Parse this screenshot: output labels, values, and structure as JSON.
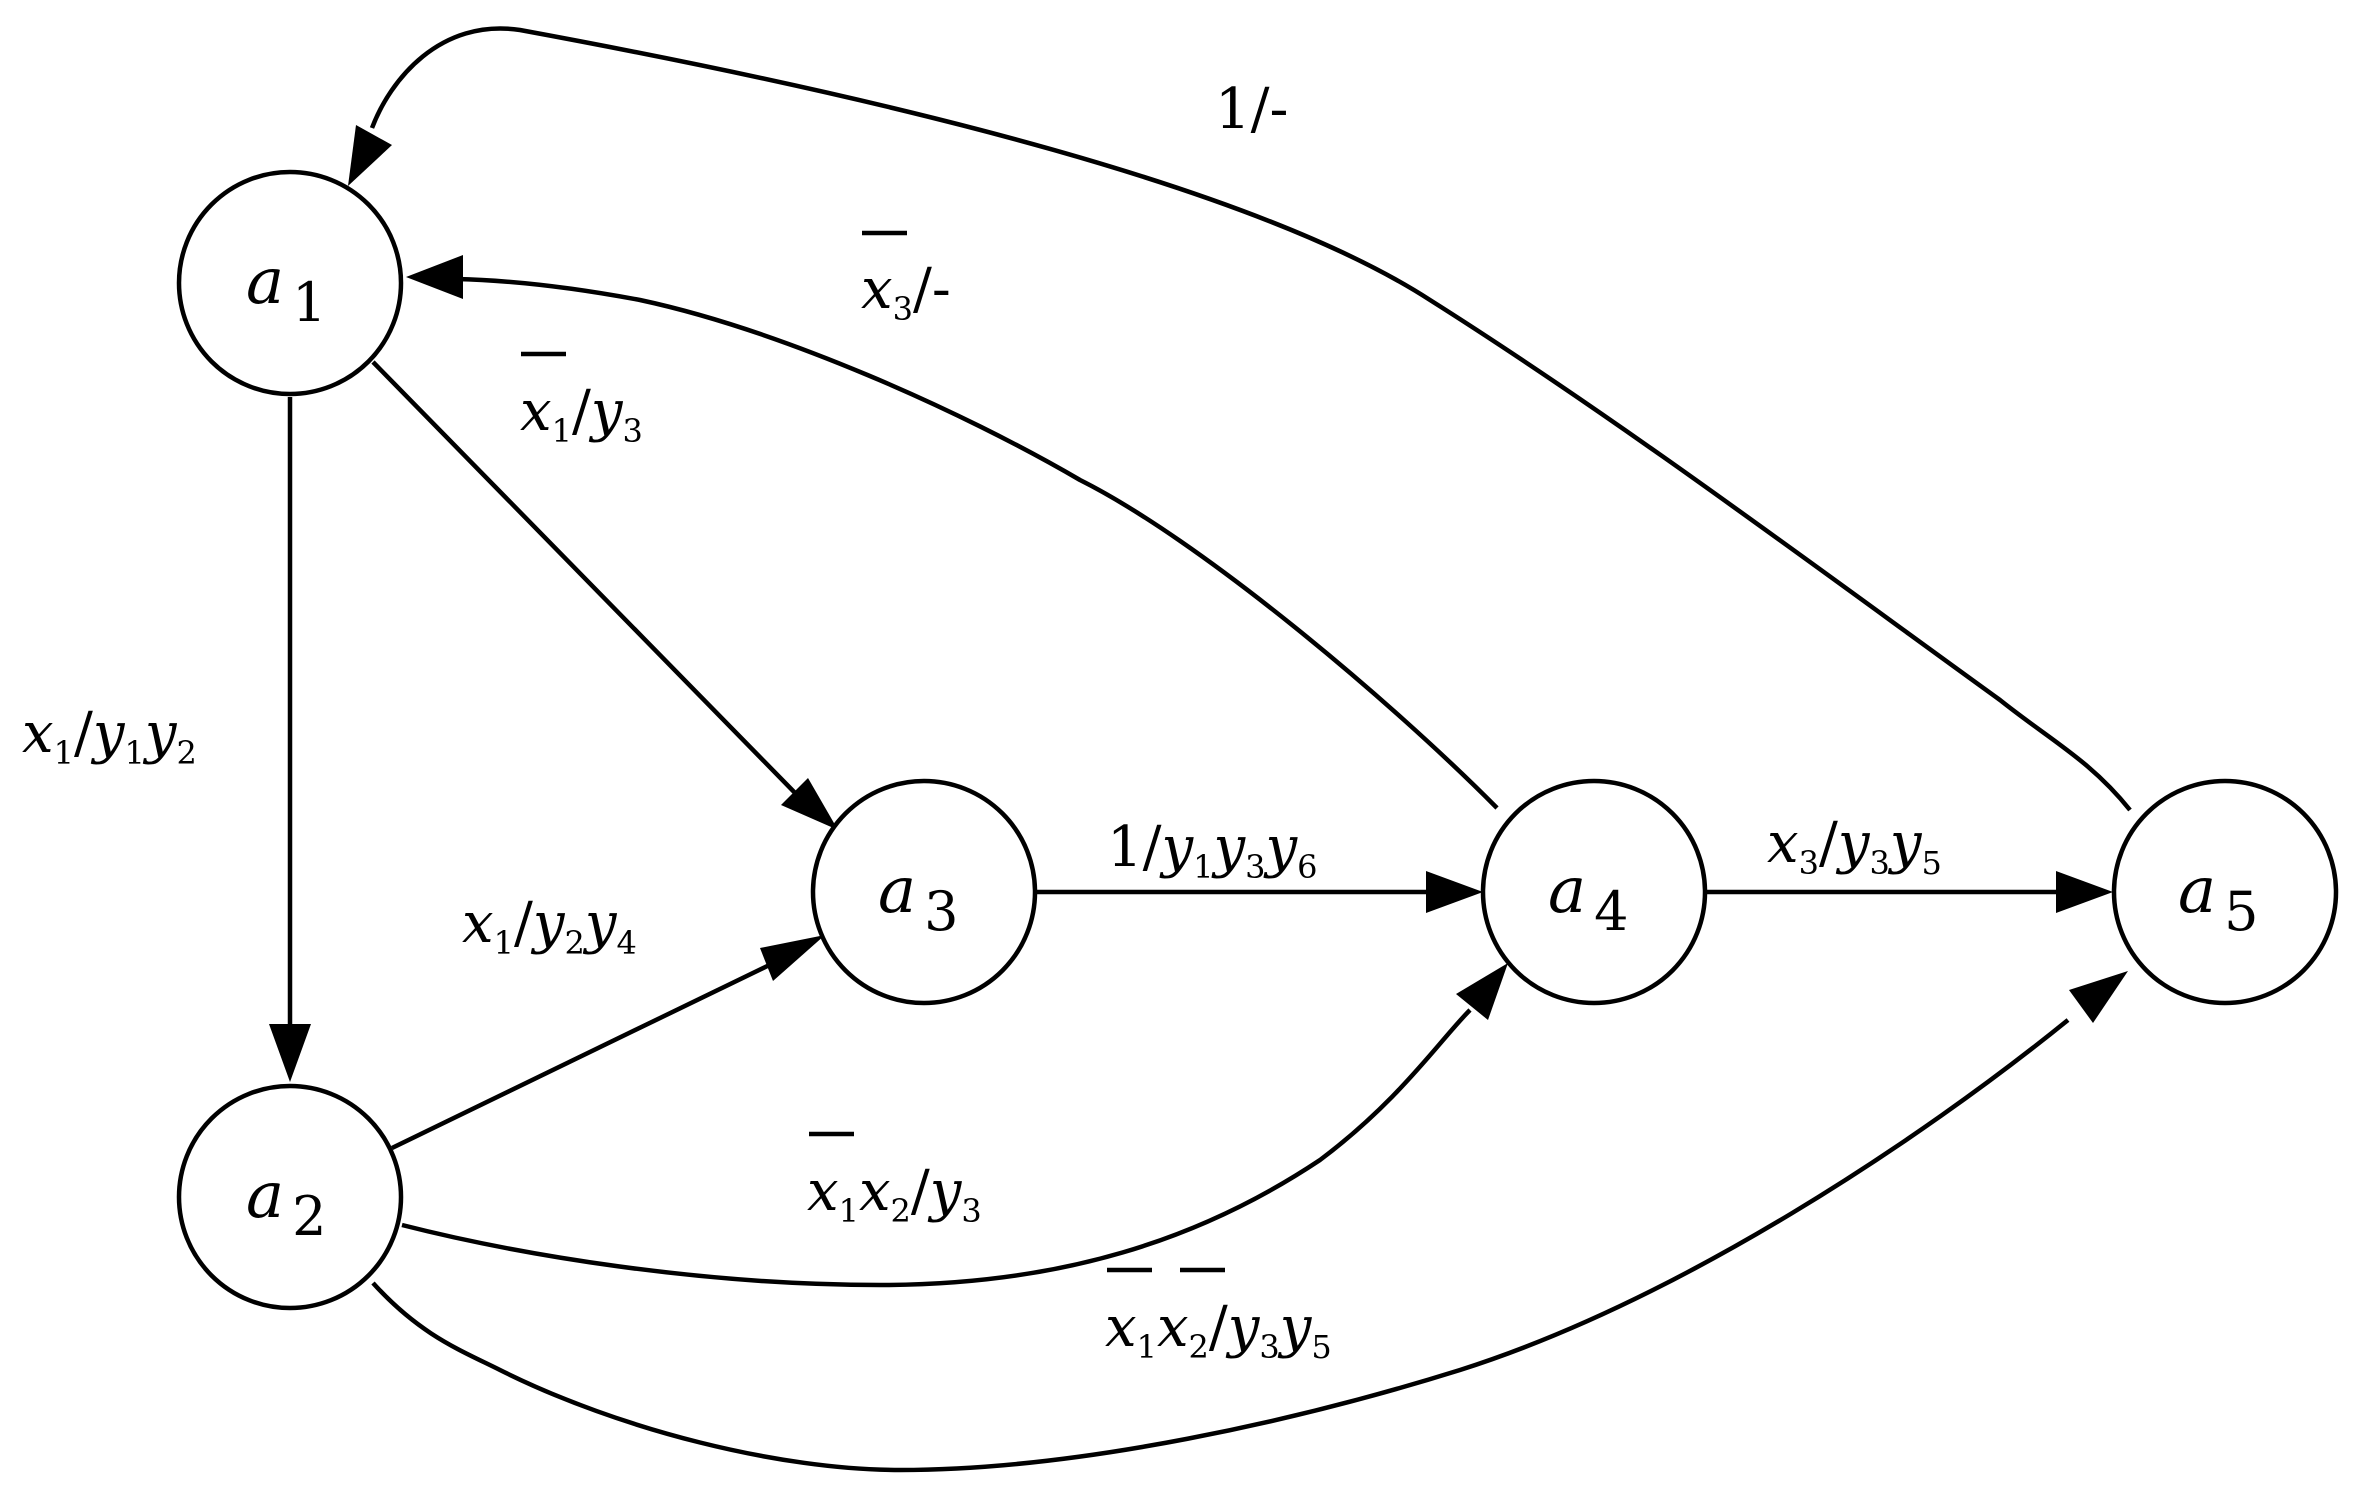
{
  "nodes": [
    {
      "id": "a1",
      "letter": "a",
      "index": "1"
    },
    {
      "id": "a2",
      "letter": "a",
      "index": "2"
    },
    {
      "id": "a3",
      "letter": "a",
      "index": "3"
    },
    {
      "id": "a4",
      "letter": "a",
      "index": "4"
    },
    {
      "id": "a5",
      "letter": "a",
      "index": "5"
    }
  ],
  "edges": [
    {
      "from": "a1",
      "to": "a2",
      "label": "x1/y1y2"
    },
    {
      "from": "a1",
      "to": "a3",
      "label": "x̄1/y3"
    },
    {
      "from": "a2",
      "to": "a3",
      "label": "x1/y2y4"
    },
    {
      "from": "a3",
      "to": "a4",
      "label": "1/y1y3y6"
    },
    {
      "from": "a4",
      "to": "a5",
      "label": "x3/y3y5"
    },
    {
      "from": "a4",
      "to": "a1",
      "label": "x̄3/-"
    },
    {
      "from": "a5",
      "to": "a1",
      "label": "1/-"
    },
    {
      "from": "a2",
      "to": "a4",
      "label": "x̄1x2/y3"
    },
    {
      "from": "a2",
      "to": "a5",
      "label": "x̄1x̄2/y3y5"
    }
  ],
  "labels": {
    "e12": {
      "v1": "x",
      "s1": "1",
      "slash": "/",
      "v2": "y",
      "s2": "1",
      "v3": "y",
      "s3": "2"
    },
    "e13": {
      "v1": "x",
      "s1": "1",
      "slash": "/",
      "v2": "y",
      "s2": "3"
    },
    "e23": {
      "v1": "x",
      "s1": "1",
      "slash": "/",
      "v2": "y",
      "s2": "2",
      "v3": "y",
      "s3": "4"
    },
    "e34": {
      "one": "1",
      "slash": "/",
      "v1": "y",
      "s1": "1",
      "v2": "y",
      "s2": "3",
      "v3": "y",
      "s3": "6"
    },
    "e45": {
      "v1": "x",
      "s1": "3",
      "slash": "/",
      "v2": "y",
      "s2": "3",
      "v3": "y",
      "s3": "5"
    },
    "e41": {
      "v1": "x",
      "s1": "3",
      "rest": "/-"
    },
    "e51": {
      "text": "1/-"
    },
    "e24": {
      "v1": "x",
      "s1": "1",
      "v2": "x",
      "s2": "2",
      "slash": "/",
      "v3": "y",
      "s3": "3"
    },
    "e25": {
      "v1": "x",
      "s1": "1",
      "v2": "x",
      "s2": "2",
      "slash": "/",
      "v3": "y",
      "s3": "3",
      "v4": "y",
      "s4": "5"
    }
  }
}
